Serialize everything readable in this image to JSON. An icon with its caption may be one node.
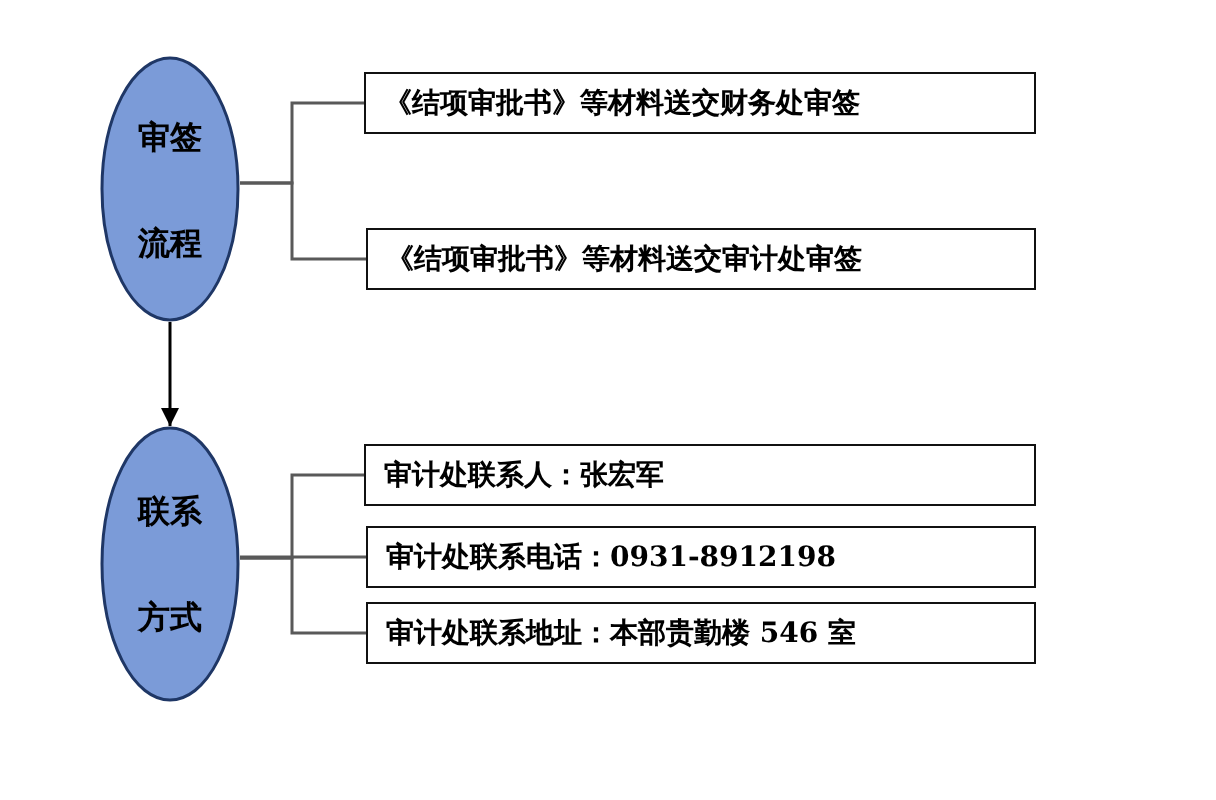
{
  "diagram": {
    "nodes": [
      {
        "text": [
          "审签流程"
        ]
      },
      {
        "text": [
          "《结项审批书》等材料送交财务处审签"
        ]
      },
      {
        "text": [
          "《结项审批书》等材料送交审计处审签"
        ]
      },
      {
        "text": [
          "联系方式"
        ]
      },
      {
        "text": [
          "审计处联系人：张宏军"
        ]
      },
      {
        "text": [
          "审计处联系电话：0931-8912198"
        ]
      },
      {
        "text": [
          "审计处联系地址：本部贵勤楼 546 室"
        ]
      }
    ],
    "edges": [
      {
        "from": 0,
        "to": 1,
        "arrow": "none"
      },
      {
        "from": 0,
        "to": 2,
        "arrow": "none"
      },
      {
        "from": 0,
        "to": 3,
        "arrow": "to",
        "color": "#000000"
      },
      {
        "from": 3,
        "to": 4,
        "arrow": "none"
      },
      {
        "from": 3,
        "to": 5,
        "arrow": "none"
      },
      {
        "from": 3,
        "to": 6,
        "arrow": "none"
      }
    ]
  }
}
